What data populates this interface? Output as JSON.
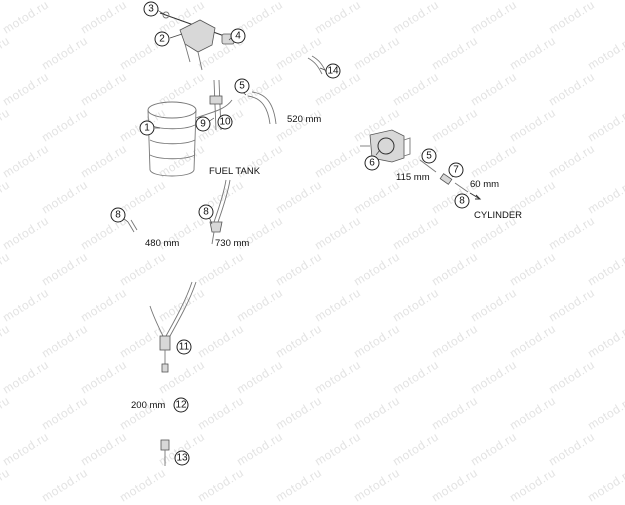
{
  "watermark": "motod.ru",
  "callouts": [
    {
      "id": "c3a",
      "num": "3"
    },
    {
      "id": "c2",
      "num": "2"
    },
    {
      "id": "c4",
      "num": "4"
    },
    {
      "id": "c14",
      "num": "14"
    },
    {
      "id": "c5a",
      "num": "5"
    },
    {
      "id": "c1",
      "num": "1"
    },
    {
      "id": "c9",
      "num": "9"
    },
    {
      "id": "c10",
      "num": "10"
    },
    {
      "id": "c6",
      "num": "6"
    },
    {
      "id": "c5b",
      "num": "5"
    },
    {
      "id": "c7",
      "num": "7"
    },
    {
      "id": "c8c",
      "num": "8"
    },
    {
      "id": "c8a",
      "num": "8"
    },
    {
      "id": "c8b",
      "num": "8"
    },
    {
      "id": "c11",
      "num": "11"
    },
    {
      "id": "c12",
      "num": "12"
    },
    {
      "id": "c13",
      "num": "13"
    }
  ],
  "labels": {
    "len_520": "520 mm",
    "len_115": "115 mm",
    "len_60": "60 mm",
    "cylinder": "CYLINDER",
    "fuel_tank": "FUEL TANK",
    "len_480": "480 mm",
    "len_730": "730 mm",
    "len_200": "200 mm"
  },
  "colors": {
    "watermark": "#e3e3e3",
    "line": "#333333",
    "background": "#ffffff"
  }
}
